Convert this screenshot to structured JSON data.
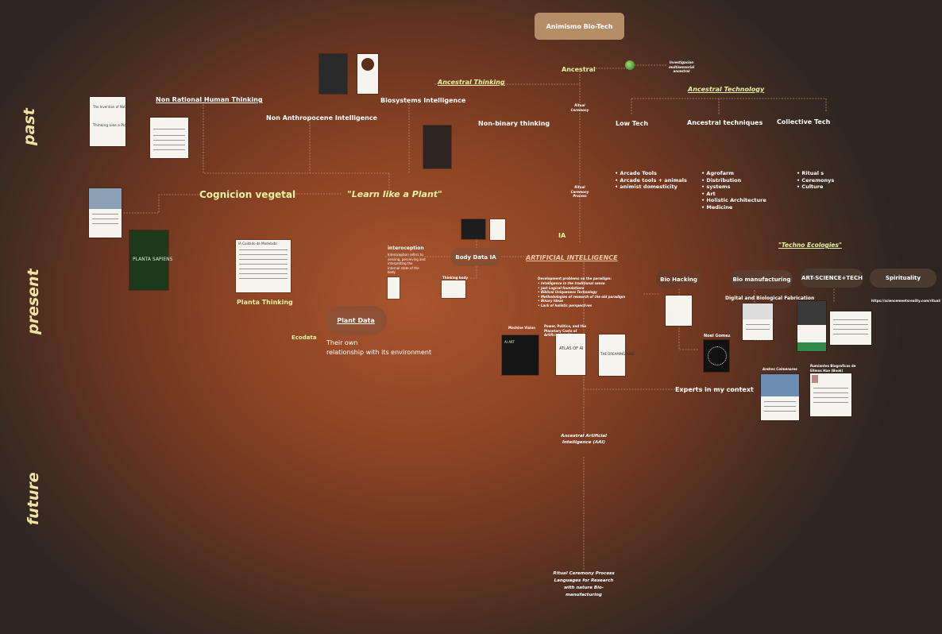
{
  "eras": {
    "past": "past",
    "present": "present",
    "future": "future"
  },
  "header": {
    "title": "Animismo Bio-Tech"
  },
  "nodes": {
    "ancestral": "Ancestral",
    "ancestral_note": "Investigacion multisensorial ancestral",
    "ancestral_thinking": "Ancestral Thinking",
    "ancestral_technology": "Ancestral Technology",
    "low_tech": "Low Tech",
    "ancestral_techniques": "Ancestral techniques",
    "collective_tech": "Collective Tech",
    "non_rational": "Non Rational Human Thinking",
    "non_anthropocene": "Non Anthropocene Intelligence",
    "biosystems": "Biosystems  Intelligence",
    "non_binary": "Non-binary thinking",
    "ritual_ceremony": "Ritual Ceremony",
    "ritual_ceremony_process": "Ritual Ceremony Process",
    "cognicion_vegetal": "Cognicion vegetal",
    "learn_like_plant": "\"Learn like a Plant\"",
    "ia": "IA",
    "artificial_intelligence": "ARTIFICIAL INTELLIGENCE",
    "body_data_ia": "Body Data IA",
    "interoception": "interoception",
    "interoception_note": "Interoception refers to sensing, perceiving and interpreting the internal state of the body",
    "planta_thinking": "Planta Thinking",
    "plant_data": "Plant Data",
    "ecodata": "Ecodata",
    "their_own": "Their own",
    "relationship": "relationship with its environment",
    "techno_ecologies": "\"Techno Ecologies\"",
    "bio_hacking": "Bio Hacking",
    "bio_manufacturing": "Bio manufacturing",
    "art_science_tech": "ART-SCIENCE+TECH",
    "spirituality": "Spirituality",
    "url": "https://sciencemeetsreality.com/ritual/",
    "digital_biological": "Digital and Biological Fabrication",
    "experts": "Experts in my context",
    "noel_gomez": "Noel Gomez",
    "andres_colmenares": "Andres Colmenares",
    "ruminants": "Rumiantes Biograficas de Ellmos Hue (Book)",
    "machine_vision": "Machine Vision",
    "ai_caption": "Power, Politics, and the Planetary Costs of Artificial Intelligence",
    "thinking_body": "Thinking body",
    "future_ai": "Ancestral Artificial Intelligence (AAI)",
    "future_list": "Ritual Ceremony Process Languages for Research with nature Bio-manufacturing"
  },
  "lists": {
    "low_tech": [
      "Arcade Tools",
      "Arcade tools + animals",
      "animist domesticity"
    ],
    "ancestral_techniques": [
      "Agrofarm",
      "Distribution",
      "systems",
      "Art",
      "Holistic Architecture",
      "Medicine"
    ],
    "collective_tech": [
      "Ritual s",
      "Ceremonys",
      "Culture"
    ],
    "ai_problems": [
      "Intelligence in the traditional sense",
      "just Logical foundations",
      "Biblical Uniqueness Technology",
      "Methodologies of research of the old paradigm",
      "Binary Ideas",
      "Lack of holistic perspectives"
    ],
    "ai_problems_title": "Development problems on the paradigm:"
  },
  "books": {
    "marvelous_moss": "The Invention of Nature",
    "thinking_like_a_plant": "Thinking Like a Plant",
    "planta_sapiens": "PLANTA SAPIENS",
    "ai_art": "AI ART",
    "atlas_of_ai": "ATLAS OF AI",
    "dreaming_mind": "THE DREAMING MIND",
    "planta_doc": "IA Cuidado de Modelado"
  },
  "colors": {
    "accent_yellow": "#e8f2a2",
    "pill_tan": "#b58e68",
    "pill_dark": "#4b3a30"
  }
}
